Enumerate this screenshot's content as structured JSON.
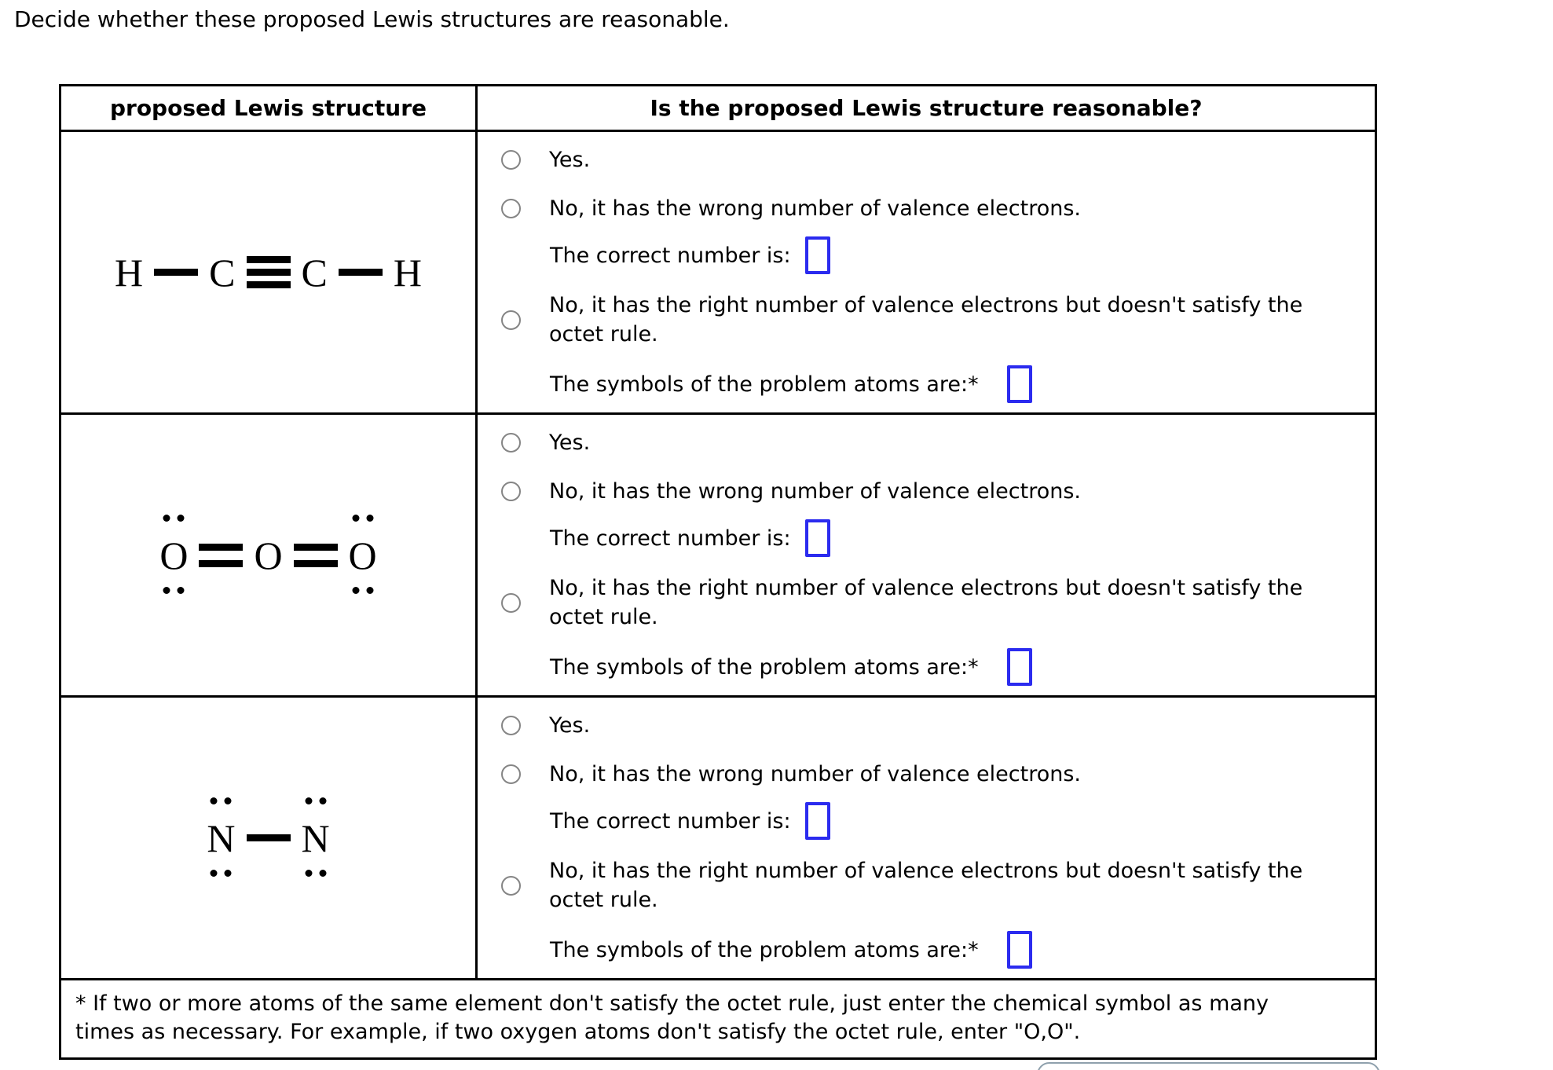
{
  "title": "Decide whether these proposed Lewis structures are reasonable.",
  "header": {
    "structure_col": "proposed Lewis structure",
    "question_col": "Is the proposed Lewis structure reasonable?"
  },
  "options": {
    "yes": "Yes.",
    "wrong_valence": "No, it has the wrong number of valence electrons.",
    "correct_number_prompt": "The correct number is:",
    "octet_fail": "No, it has the right number of valence electrons but doesn't satisfy the octet rule.",
    "problem_atoms_prompt": "The symbols of the problem atoms are:*"
  },
  "structures": [
    {
      "formula": "H—C≡C—H",
      "atoms": [
        "H",
        "C",
        "C",
        "H"
      ],
      "bonds": [
        "single",
        "triple",
        "single"
      ],
      "lone_pairs": []
    },
    {
      "formula": "O=O=O",
      "atoms": [
        "O",
        "O",
        "O"
      ],
      "bonds": [
        "double",
        "double"
      ],
      "lone_pairs": [
        "O1-top",
        "O1-bottom",
        "O3-top",
        "O3-bottom"
      ]
    },
    {
      "formula": "N—N",
      "atoms": [
        "N",
        "N"
      ],
      "bonds": [
        "single"
      ],
      "lone_pairs": [
        "N1-top",
        "N1-bottom",
        "N2-top",
        "N2-bottom"
      ]
    }
  ],
  "inputs": {
    "correct_number_value": "",
    "problem_atoms_value": ""
  },
  "footnote": {
    "line1": "* If two or more atoms of the same element don't satisfy the octet rule, just enter the chemical symbol as many",
    "line2": "times as necessary. For example, if two oxygen atoms don't satisfy the octet rule, enter \"O,O\"."
  },
  "colors": {
    "input_border": "#2b2bef",
    "radio_border": "#858585",
    "table_border": "#000000",
    "toolbar_border": "#8fa1ad"
  }
}
